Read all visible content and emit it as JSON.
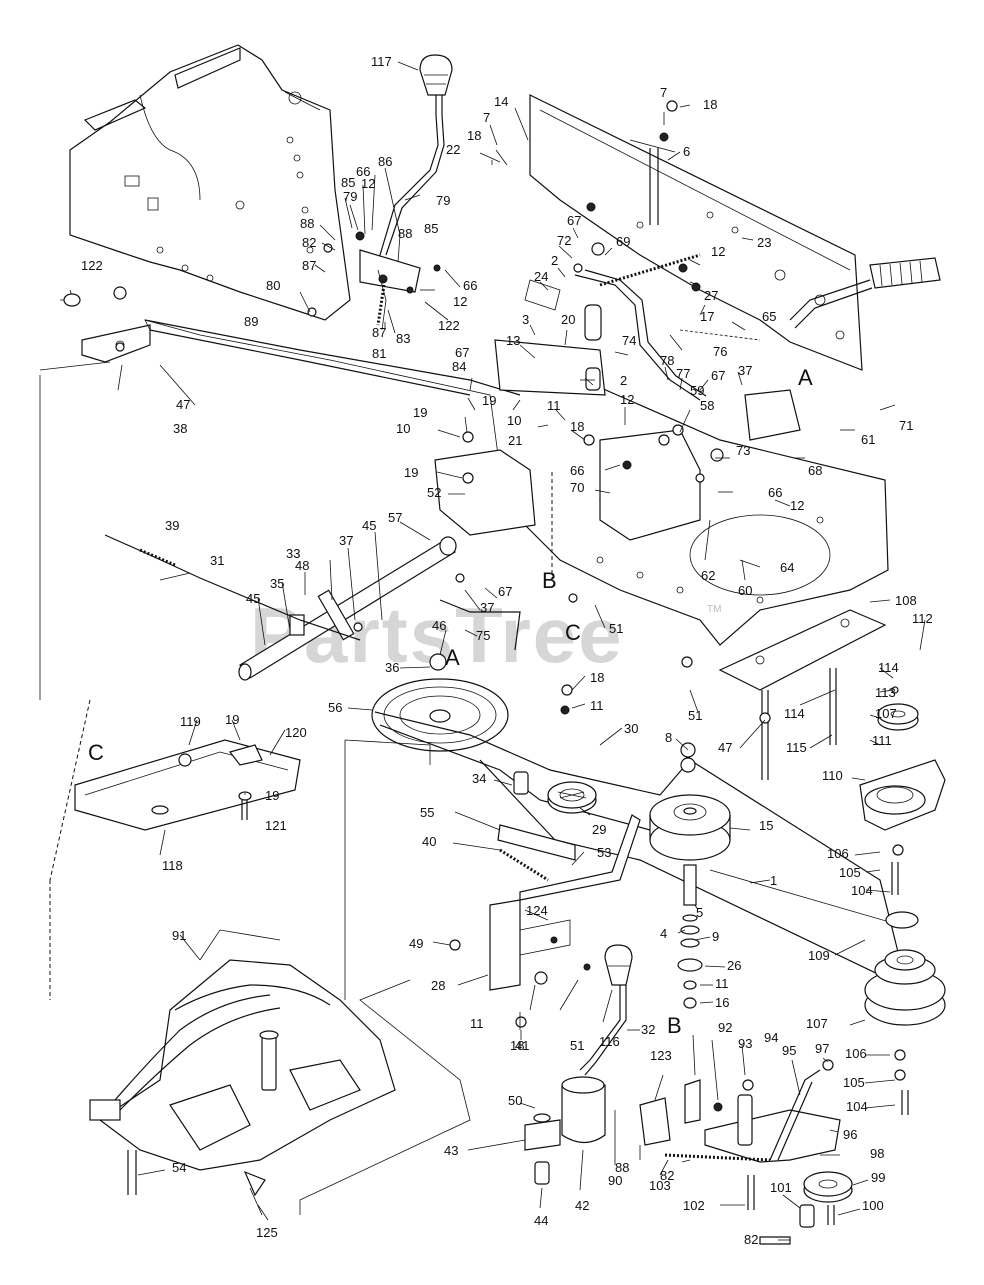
{
  "watermark": "PartsTree",
  "trademark": "TM",
  "reference_letters": {
    "A1": "A",
    "A2": "A",
    "B1": "B",
    "B2": "B",
    "C1": "C",
    "C2": "C"
  },
  "callouts": [
    {
      "id": "c117",
      "text": "117"
    },
    {
      "id": "c7a",
      "text": "7"
    },
    {
      "id": "c18a",
      "text": "18"
    },
    {
      "id": "c14",
      "text": "14"
    },
    {
      "id": "c7b",
      "text": "7"
    },
    {
      "id": "c18b",
      "text": "18"
    },
    {
      "id": "c22",
      "text": "22"
    },
    {
      "id": "c6",
      "text": "6"
    },
    {
      "id": "c79a",
      "text": "79"
    },
    {
      "id": "c86",
      "text": "86"
    },
    {
      "id": "c12a",
      "text": "12"
    },
    {
      "id": "c66a",
      "text": "66"
    },
    {
      "id": "c85a",
      "text": "85"
    },
    {
      "id": "c79b",
      "text": "79"
    },
    {
      "id": "c88a",
      "text": "88"
    },
    {
      "id": "c88b",
      "text": "88"
    },
    {
      "id": "c85b",
      "text": "85"
    },
    {
      "id": "c82a",
      "text": "82"
    },
    {
      "id": "c87a",
      "text": "87"
    },
    {
      "id": "c66b",
      "text": "66"
    },
    {
      "id": "c122a",
      "text": "122"
    },
    {
      "id": "c80",
      "text": "80"
    },
    {
      "id": "c12b",
      "text": "12"
    },
    {
      "id": "c87b",
      "text": "87"
    },
    {
      "id": "c122b",
      "text": "122"
    },
    {
      "id": "c89",
      "text": "89"
    },
    {
      "id": "c81",
      "text": "81"
    },
    {
      "id": "c83",
      "text": "83"
    },
    {
      "id": "c67a",
      "text": "67"
    },
    {
      "id": "c72",
      "text": "72"
    },
    {
      "id": "c69",
      "text": "69"
    },
    {
      "id": "c12c",
      "text": "12"
    },
    {
      "id": "c23",
      "text": "23"
    },
    {
      "id": "c2a",
      "text": "2"
    },
    {
      "id": "c24",
      "text": "24"
    },
    {
      "id": "c27",
      "text": "27"
    },
    {
      "id": "c17",
      "text": "17"
    },
    {
      "id": "c65",
      "text": "65"
    },
    {
      "id": "c3",
      "text": "3"
    },
    {
      "id": "c20",
      "text": "20"
    },
    {
      "id": "c74",
      "text": "74"
    },
    {
      "id": "c76",
      "text": "76"
    },
    {
      "id": "c13",
      "text": "13"
    },
    {
      "id": "c2b",
      "text": "2"
    },
    {
      "id": "c78",
      "text": "78"
    },
    {
      "id": "c77",
      "text": "77"
    },
    {
      "id": "c67b",
      "text": "67"
    },
    {
      "id": "c37a",
      "text": "37"
    },
    {
      "id": "c84",
      "text": "84"
    },
    {
      "id": "c67c",
      "text": "67"
    },
    {
      "id": "c19a",
      "text": "19"
    },
    {
      "id": "c10a",
      "text": "10"
    },
    {
      "id": "c11a",
      "text": "11"
    },
    {
      "id": "c59",
      "text": "59"
    },
    {
      "id": "c12d",
      "text": "12"
    },
    {
      "id": "c58",
      "text": "58"
    },
    {
      "id": "c71",
      "text": "71"
    },
    {
      "id": "c61",
      "text": "61"
    },
    {
      "id": "c47a",
      "text": "47"
    },
    {
      "id": "c38",
      "text": "38"
    },
    {
      "id": "c19b",
      "text": "19"
    },
    {
      "id": "c10b",
      "text": "10"
    },
    {
      "id": "c21",
      "text": "21"
    },
    {
      "id": "c18c",
      "text": "18"
    },
    {
      "id": "c66c",
      "text": "66"
    },
    {
      "id": "c73",
      "text": "73"
    },
    {
      "id": "c68",
      "text": "68"
    },
    {
      "id": "c19c",
      "text": "19"
    },
    {
      "id": "c70",
      "text": "70"
    },
    {
      "id": "c66d",
      "text": "66"
    },
    {
      "id": "c52",
      "text": "52"
    },
    {
      "id": "c12e",
      "text": "12"
    },
    {
      "id": "c57",
      "text": "57"
    },
    {
      "id": "c62",
      "text": "62"
    },
    {
      "id": "c64",
      "text": "64"
    },
    {
      "id": "c39",
      "text": "39"
    },
    {
      "id": "c31",
      "text": "31"
    },
    {
      "id": "c33",
      "text": "33"
    },
    {
      "id": "c37b",
      "text": "37"
    },
    {
      "id": "c45a",
      "text": "45"
    },
    {
      "id": "c35",
      "text": "35"
    },
    {
      "id": "c48",
      "text": "48"
    },
    {
      "id": "c45b",
      "text": "45"
    },
    {
      "id": "c67d",
      "text": "67"
    },
    {
      "id": "c37c",
      "text": "37"
    },
    {
      "id": "c60",
      "text": "60"
    },
    {
      "id": "c108",
      "text": "108"
    },
    {
      "id": "c112",
      "text": "112"
    },
    {
      "id": "c46",
      "text": "46"
    },
    {
      "id": "c75",
      "text": "75"
    },
    {
      "id": "c51a",
      "text": "51"
    },
    {
      "id": "c36",
      "text": "36"
    },
    {
      "id": "c51b",
      "text": "51"
    },
    {
      "id": "c114a",
      "text": "114"
    },
    {
      "id": "c113",
      "text": "113"
    },
    {
      "id": "c18d",
      "text": "18"
    },
    {
      "id": "c11b",
      "text": "11"
    },
    {
      "id": "c56",
      "text": "56"
    },
    {
      "id": "c114b",
      "text": "114"
    },
    {
      "id": "c107a",
      "text": "107"
    },
    {
      "id": "c119",
      "text": "119"
    },
    {
      "id": "c19d",
      "text": "19"
    },
    {
      "id": "c120",
      "text": "120"
    },
    {
      "id": "c30",
      "text": "30"
    },
    {
      "id": "c8",
      "text": "8"
    },
    {
      "id": "c47b",
      "text": "47"
    },
    {
      "id": "c115",
      "text": "115"
    },
    {
      "id": "c111",
      "text": "111"
    },
    {
      "id": "c34",
      "text": "34"
    },
    {
      "id": "c110",
      "text": "110"
    },
    {
      "id": "c19e",
      "text": "19"
    },
    {
      "id": "c121",
      "text": "121"
    },
    {
      "id": "c55",
      "text": "55"
    },
    {
      "id": "c29",
      "text": "29"
    },
    {
      "id": "c15",
      "text": "15"
    },
    {
      "id": "c118",
      "text": "118"
    },
    {
      "id": "c40",
      "text": "40"
    },
    {
      "id": "c53",
      "text": "53"
    },
    {
      "id": "c106a",
      "text": "106"
    },
    {
      "id": "c105a",
      "text": "105"
    },
    {
      "id": "c104a",
      "text": "104"
    },
    {
      "id": "c1",
      "text": "1"
    },
    {
      "id": "c124",
      "text": "124"
    },
    {
      "id": "c5",
      "text": "5"
    },
    {
      "id": "c4",
      "text": "4"
    },
    {
      "id": "c9",
      "text": "9"
    },
    {
      "id": "c91",
      "text": "91"
    },
    {
      "id": "c49",
      "text": "49"
    },
    {
      "id": "c26",
      "text": "26"
    },
    {
      "id": "c109",
      "text": "109"
    },
    {
      "id": "c28",
      "text": "28"
    },
    {
      "id": "c11c",
      "text": "11"
    },
    {
      "id": "c16",
      "text": "16"
    },
    {
      "id": "c11d",
      "text": "11"
    },
    {
      "id": "c41",
      "text": "41"
    },
    {
      "id": "c51c",
      "text": "51"
    },
    {
      "id": "c116",
      "text": "116"
    },
    {
      "id": "c32",
      "text": "32"
    },
    {
      "id": "c18e",
      "text": "18"
    },
    {
      "id": "c107b",
      "text": "107"
    },
    {
      "id": "c92",
      "text": "92"
    },
    {
      "id": "c93",
      "text": "93"
    },
    {
      "id": "c94",
      "text": "94"
    },
    {
      "id": "c95",
      "text": "95"
    },
    {
      "id": "c97",
      "text": "97"
    },
    {
      "id": "c106b",
      "text": "106"
    },
    {
      "id": "c123",
      "text": "123"
    },
    {
      "id": "c50",
      "text": "50"
    },
    {
      "id": "c105b",
      "text": "105"
    },
    {
      "id": "c104b",
      "text": "104"
    },
    {
      "id": "c96",
      "text": "96"
    },
    {
      "id": "c43",
      "text": "43"
    },
    {
      "id": "c88c",
      "text": "88"
    },
    {
      "id": "c82b",
      "text": "82"
    },
    {
      "id": "c98",
      "text": "98"
    },
    {
      "id": "c54",
      "text": "54"
    },
    {
      "id": "c90",
      "text": "90"
    },
    {
      "id": "c103",
      "text": "103"
    },
    {
      "id": "c99",
      "text": "99"
    },
    {
      "id": "c42",
      "text": "42"
    },
    {
      "id": "c44",
      "text": "44"
    },
    {
      "id": "c102",
      "text": "102"
    },
    {
      "id": "c101",
      "text": "101"
    },
    {
      "id": "c100",
      "text": "100"
    },
    {
      "id": "c125",
      "text": "125"
    },
    {
      "id": "c82c",
      "text": "82"
    }
  ]
}
